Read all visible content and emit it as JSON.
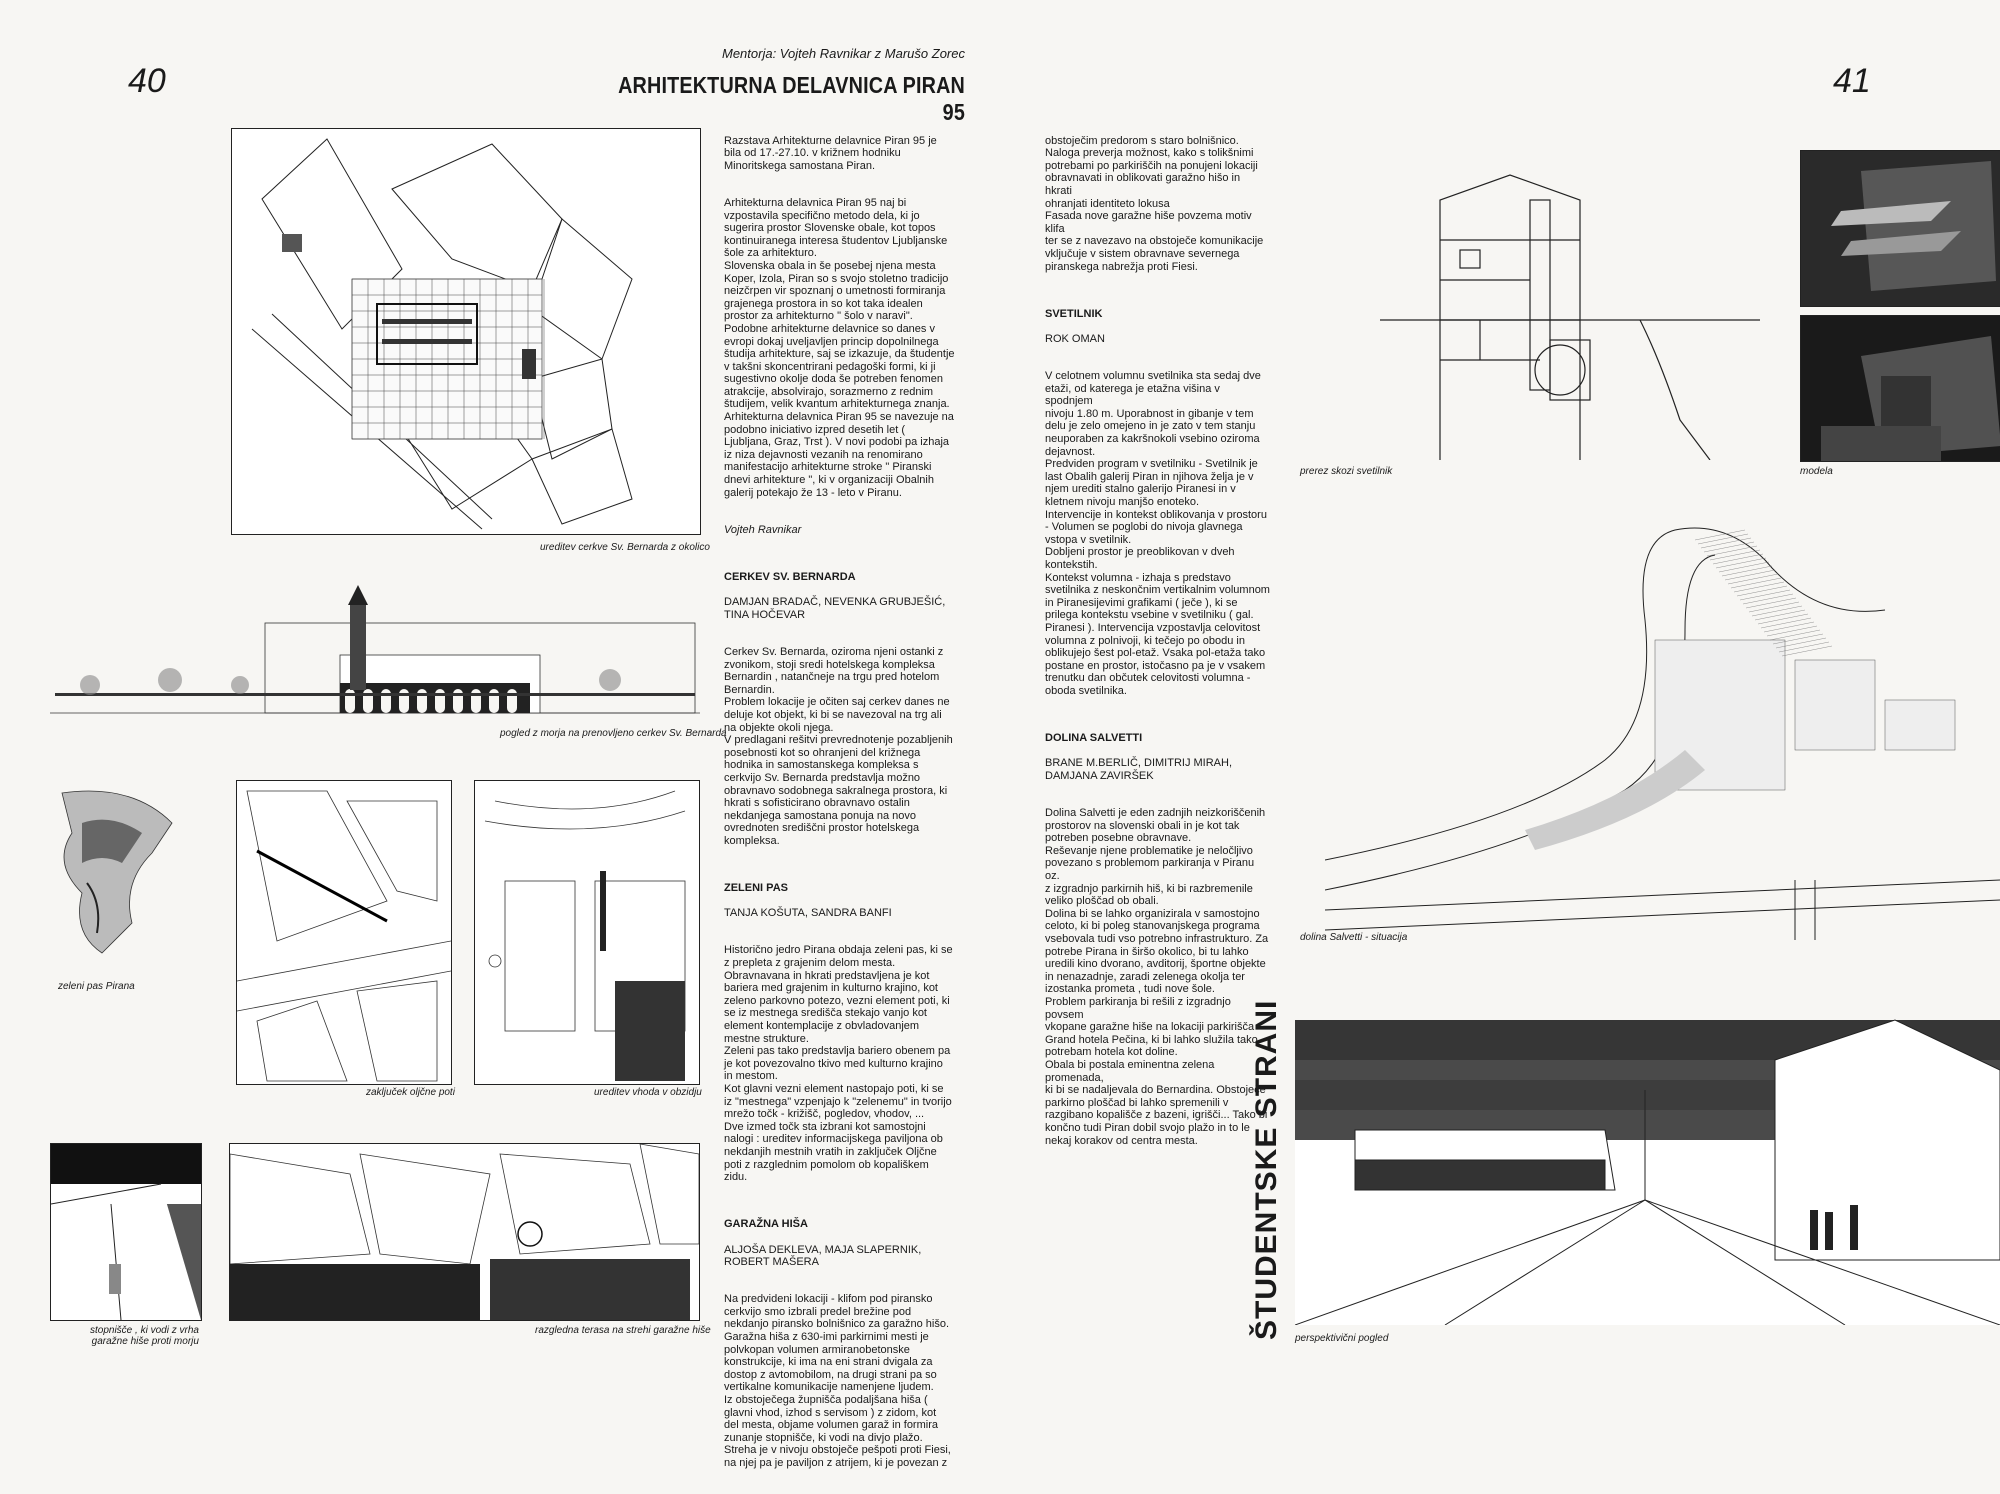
{
  "header": {
    "page_left": "40",
    "page_right": "41",
    "mentors": "Mentorja: Vojteh Ravnikar z Marušo Zorec",
    "title": "ARHITEKTURNA DELAVNICA PIRAN 95"
  },
  "captions": {
    "church_plan": "ureditev cerkve Sv. Bernarda z okolico",
    "sea_view": "pogled z morja na prenovljeno cerkev Sv. Bernarda",
    "green_belt": "zeleni pas Pirana",
    "olive_path": "zaključek oljčne poti",
    "entrance": "ureditev vhoda v obzidju",
    "stairs": "stopnišče , ki vodi z vrha\ngaražne hiše proti morju",
    "terrace": "razgledna terasa na strehi garažne hiše",
    "section": "prerez skozi svetilnik",
    "model": "modela",
    "salvetti_site": "dolina Salvetti - situacija",
    "perspective": "perspektivični pogled"
  },
  "vertical_title": "ŠTUDENTSKE STRANI",
  "column1": {
    "intro_p1": "Razstava Arhitekturne delavnice Piran 95 je\nbila od 17.-27.10. v križnem hodniku\nMinoritskega samostana Piran.",
    "intro_p2": "Arhitekturna delavnica Piran 95 naj bi\nvzpostavila specifično metodo dela, ki jo\nsugerira prostor Slovenske obale, kot topos\nkontinuiranega interesa študentov Ljubljanske\nšole za arhitekturo.\nSlovenska obala in še posebej njena mesta\nKoper, Izola, Piran so s svojo stoletno tradicijo\nneizčrpen vir spoznanj o umetnosti formiranja\ngrajenega prostora in so kot taka idealen\nprostor za arhitekturno \" šolo v naravi\".\nPodobne arhitekturne delavnice so danes v\nevropi dokaj uveljavljen princip dopolnilnega\nštudija arhitekture, saj se izkazuje, da študentje\nv takšni skoncentrirani pedagoški formi, ki ji\nsugestivno okolje doda še potreben fenomen\natrakcije, absolvirajo, sorazmerno z rednim\nštudijem, velik kvantum arhitekturnega znanja.\nArhitekturna delavnica Piran 95 se navezuje na\npodobno iniciativo izpred desetih let (\nLjubljana, Graz, Trst ). V novi podobi pa izhaja\niz niza dejavnosti vezanih na renomirano\nmanifestacijo arhitekturne stroke \" Piranski\ndnevi arhitekture \", ki v organizaciji Obalnih\ngalerij potekajo že 13 - leto v Piranu.",
    "signature": "Vojteh Ravnikar",
    "h_bernarda": "CERKEV SV. BERNARDA",
    "a_bernarda": "DAMJAN BRADAČ, NEVENKA GRUBJEŠIĆ,\nTINA HOČEVAR",
    "t_bernarda": "Cerkev Sv. Bernarda, oziroma njeni ostanki z\nzvonikom, stoji sredi hotelskega kompleksa\nBernardin , natančneje na trgu pred hotelom\nBernardin.\nProblem lokacije je očiten saj cerkev danes ne\ndeluje kot objekt, ki bi se navezoval na trg ali\nna objekte okoli njega.\nV predlagani rešitvi prevrednotenje pozabljenih\nposebnosti kot so ohranjeni del križnega\nhodnika in samostanskega kompleksa s\ncerkvijo Sv. Bernarda predstavlja možno\nobravnavo sodobnega sakralnega prostora, ki\nhkrati s sofisticirano obravnavo ostalin\nnekdanjega samostana ponuja na novo\novrednoten središčni prostor hotelskega\nkompleksa.",
    "h_zeleni": "ZELENI PAS",
    "a_zeleni": "TANJA KOŠUTA, SANDRA BANFI",
    "t_zeleni": "Historično jedro Pirana obdaja zeleni pas, ki se\nz prepleta z grajenim delom mesta.\nObravnavana in hkrati predstavljena je kot\nbariera med grajenim in kulturno krajino, kot\nzeleno parkovno potezo, vezni element poti, ki\nse iz mestnega središča stekajo vanjo kot\nelement kontemplacije z obvladovanjem\nmestne strukture.\nZeleni pas tako predstavlja bariero obenem pa\nje kot povezovalno tkivo med kulturno krajino\nin mestom.\nKot glavni vezni element nastopajo poti, ki se\niz \"mestnega\" vzpenjajo k \"zelenemu\" in tvorijo\nmrežo točk - križišč, pogledov, vhodov, ...\nDve izmed točk sta izbrani kot samostojni\nnalogi : ureditev informacijskega paviljona ob\nnekdanjih mestnih vratih in zaključek Oljčne\npoti z razglednim pomolom ob kopališkem\nzidu.",
    "h_garazna": "GARAŽNA HIŠA",
    "a_garazna": "ALJOŠA DEKLEVA, MAJA SLAPERNIK,\nROBERT MAŠERA",
    "t_garazna": "Na predvideni lokaciji - klifom pod piransko\ncerkvijo smo izbrali predel brežine pod\nnekdanjo piransko bolnišnico za garažno hišo.\nGaražna hiša z 630-imi parkirnimi mesti je\npolvkopan volumen armiranobetonske\nkonstrukcije, ki ima na eni strani dvigala za\ndostop z avtomobilom, na drugi strani pa so\nvertikalne komunikacije namenjene ljudem.\nIz obstoječega župnišča podaljšana hiša (\nglavni vhod, izhod s servisom ) z zidom, kot\ndel mesta, objame volumen garaž in formira\nzunanje stopnišče, ki vodi na divjo plažo.\nStreha je v nivoju obstoječe pešpoti proti Fiesi,\nna njej pa je paviljon z atrijem, ki je povezan z"
  },
  "column2": {
    "t_cont": "obstoječim predorom s staro bolnišnico.\nNaloga preverja možnost, kako s tolikšnimi\npotrebami po parkiriščih na ponujeni lokaciji\nobravnavati in oblikovati garažno hišo in hkrati\nohranjati identiteto lokusa\nFasada nove garažne hiše povzema motiv klifa\nter se z navezavo na obstoječe komunikacije\nvključuje v sistem obravnave severnega\npiranskega nabrežja proti Fiesi.",
    "h_svetilnik": "SVETILNIK",
    "a_svetilnik": "ROK OMAN",
    "t_svetilnik": "V celotnem volumnu svetilnika sta sedaj dve\netaži, od katerega je etažna višina v spodnjem\nnivoju 1.80 m. Uporabnost in gibanje v tem\ndelu je zelo omejeno in je zato v tem stanju\nneuporaben za kakršnokoli vsebino oziroma\ndejavnost.\nPredviden program v svetilniku - Svetilnik je\nlast Obalih galerij Piran in njihova želja je v\nnjem urediti stalno galerijo Piranesi in v\nkletnem nivoju manjšo enoteko.\nIntervencije in kontekst oblikovanja v prostoru\n- Volumen se poglobi do nivoja glavnega\nvstopa v svetilnik.\nDobljeni prostor je preoblikovan v dveh\nkontekstih.\nKontekst volumna - izhaja s predstavo\nsvetilnika z neskončnim vertikalnim volumnom\nin Piranesijevimi grafikami ( ječe ), ki se\nprilega kontekstu vsebine v svetilniku ( gal.\nPiranesi ). Intervencija vzpostavlja celovitost\nvolumna z polnivoji, ki tečejo po obodu in\noblikujejo šest pol-etaž. Vsaka pol-etaža tako\npostane en prostor, istočasno pa je v vsakem\ntrenutku dan občutek celovitosti volumna -\noboda svetilnika.",
    "h_salvetti": "DOLINA SALVETTI",
    "a_salvetti": "BRANE M.BERLIČ, DIMITRIJ MIRAH,\nDAMJANA ZAVIRŠEK",
    "t_salvetti": "Dolina Salvetti je eden zadnjih neizkoriščenih\nprostorov na slovenski obali in je kot tak\npotreben posebne obravnave.\nReševanje njene problematike je neločljivo\npovezano s problemom parkiranja v Piranu oz.\nz izgradnjo parkirnih hiš, ki bi razbremenile\nveliko ploščad ob obali.\nDolina bi se lahko organizirala v samostojno\nceloto, ki bi poleg stanovanjskega programa\nvsebovala tudi vso potrebno infrastrukturo. Za\npotrebe Pirana in širšo okolico, bi tu lahko\nuredili kino dvorano, avditorij, športne objekte\nin nenazadnje, zaradi zelenega okolja ter\nizostanka prometa , tudi nove šole.\nProblem parkiranja bi rešili z izgradnjo povsem\nvkopane garažne hiše na lokaciji parkirišča\nGrand hotela Pečina, ki bi lahko služila tako\npotrebam hotela kot doline.\nObala bi postala eminentna zelena promenada,\nki bi se nadaljevala do Bernardina. Obstoječe\nparkirno ploščad bi lahko spremenili v\nrazgibano kopališče z bazeni, igrišči... Tako bi\nkončno tudi Piran dobil svojo plažo in to le\nnekaj korakov od centra mesta."
  }
}
